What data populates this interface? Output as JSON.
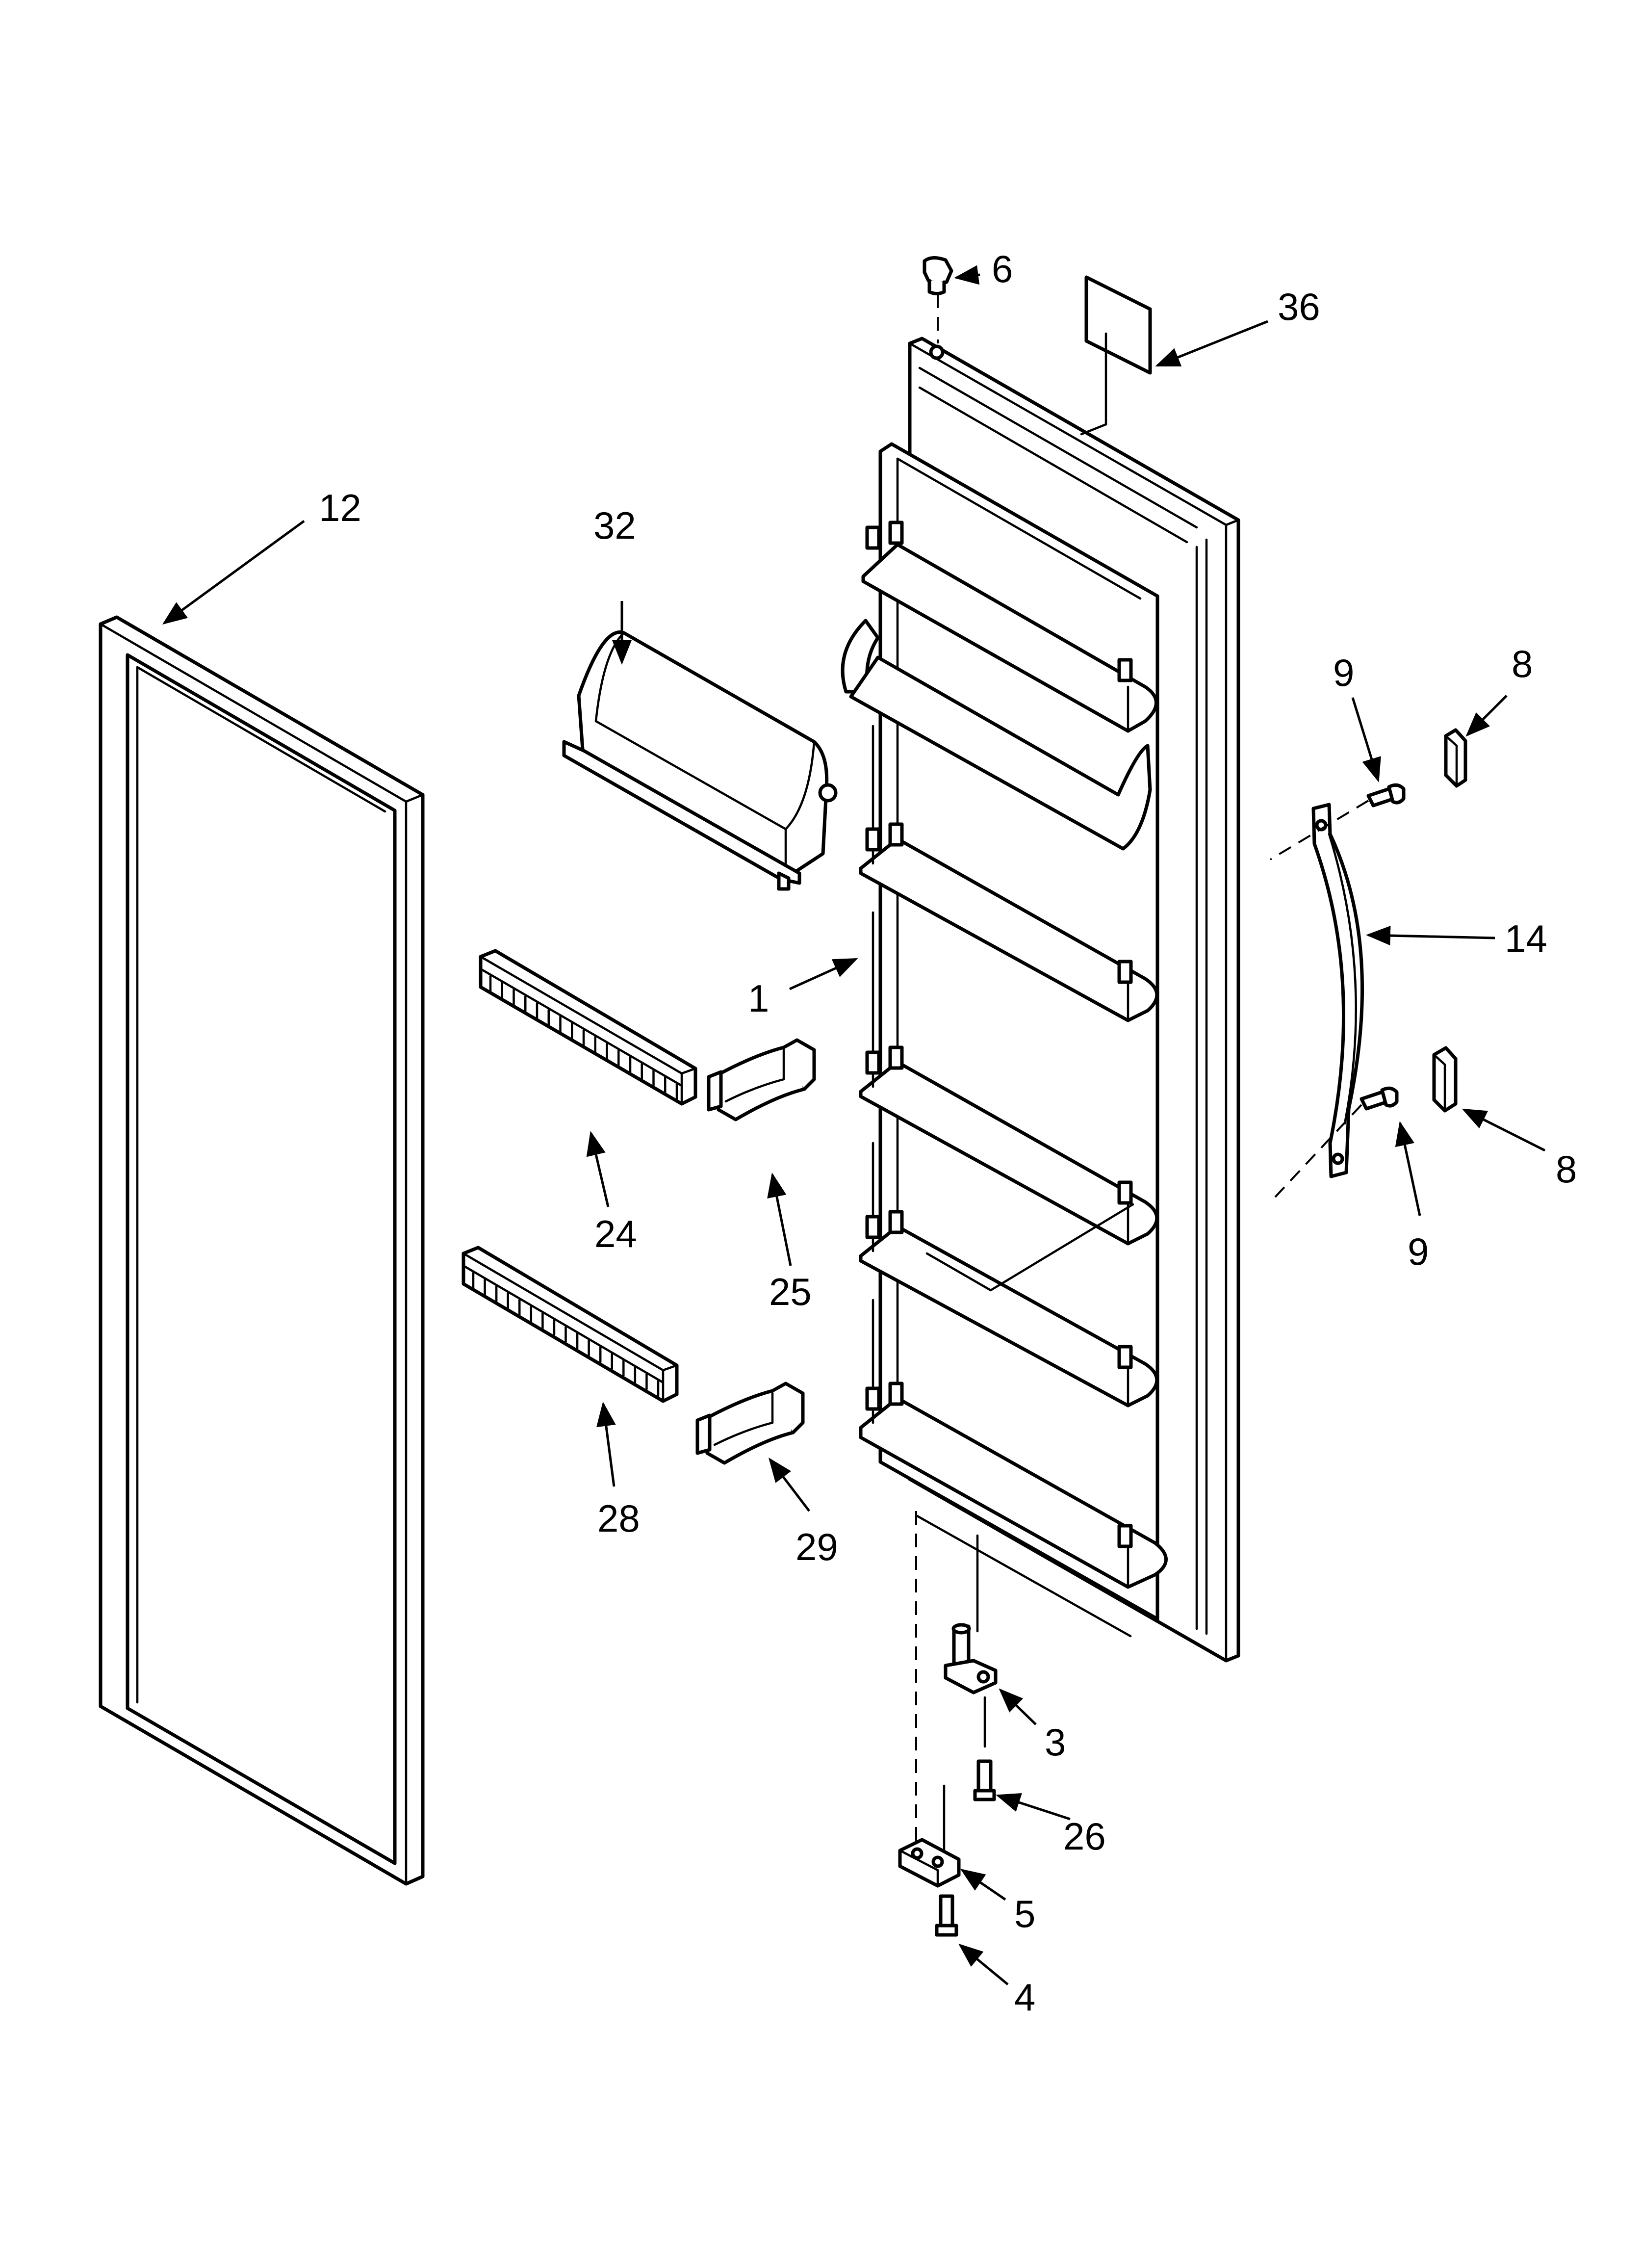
{
  "callouts": [
    {
      "id": "c6",
      "label": "6"
    },
    {
      "id": "c36",
      "label": "36"
    },
    {
      "id": "c12",
      "label": "12"
    },
    {
      "id": "c32",
      "label": "32"
    },
    {
      "id": "c9a",
      "label": "9"
    },
    {
      "id": "c8a",
      "label": "8"
    },
    {
      "id": "c14",
      "label": "14"
    },
    {
      "id": "c1",
      "label": "1"
    },
    {
      "id": "c24",
      "label": "24"
    },
    {
      "id": "c25",
      "label": "25"
    },
    {
      "id": "c8b",
      "label": "8"
    },
    {
      "id": "c9b",
      "label": "9"
    },
    {
      "id": "c28",
      "label": "28"
    },
    {
      "id": "c29",
      "label": "29"
    },
    {
      "id": "c3",
      "label": "3"
    },
    {
      "id": "c26",
      "label": "26"
    },
    {
      "id": "c5",
      "label": "5"
    },
    {
      "id": "c4",
      "label": "4"
    }
  ]
}
